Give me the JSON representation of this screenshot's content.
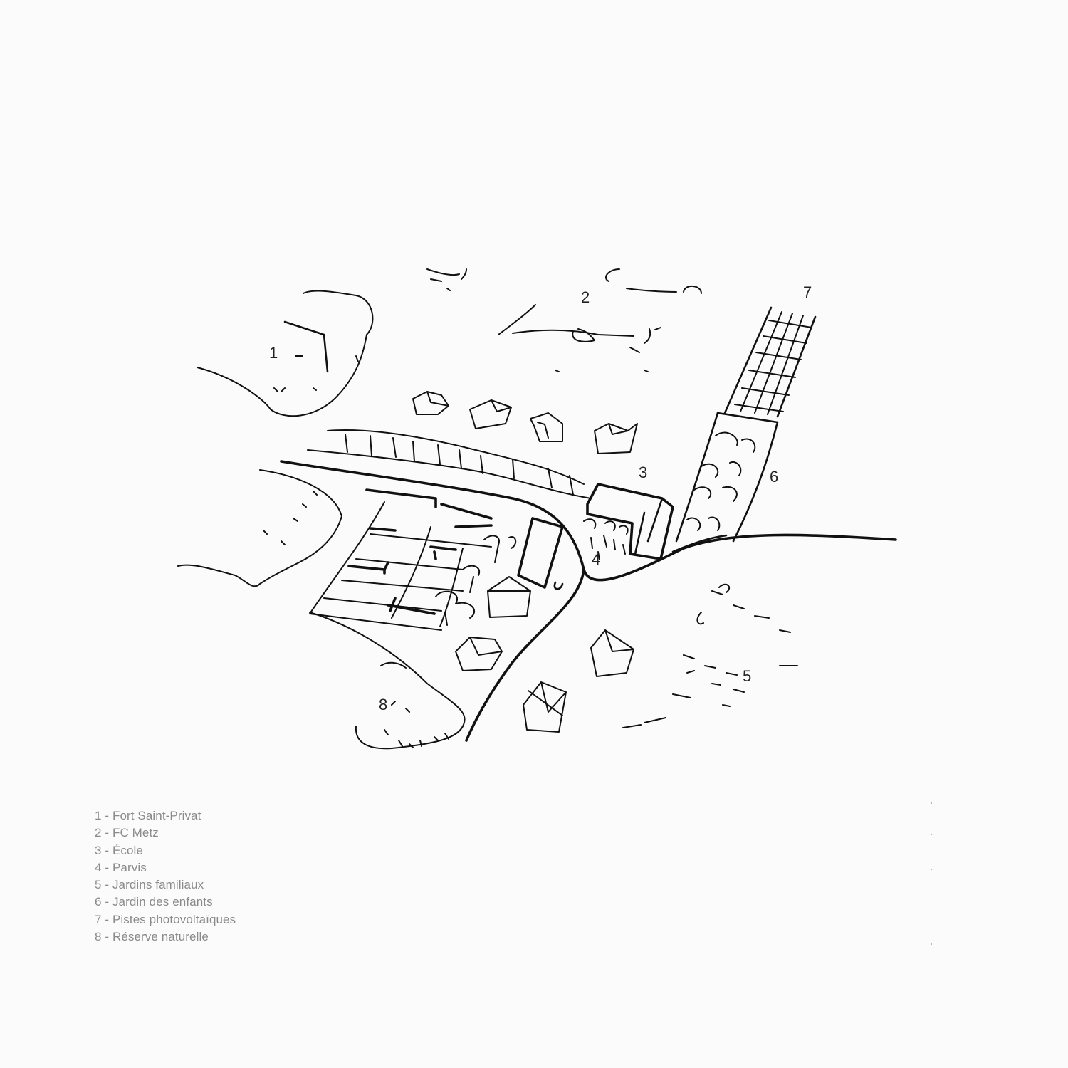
{
  "markers": [
    {
      "id": "1",
      "text": "1"
    },
    {
      "id": "2",
      "text": "2"
    },
    {
      "id": "3",
      "text": "3"
    },
    {
      "id": "4",
      "text": "4"
    },
    {
      "id": "5",
      "text": "5"
    },
    {
      "id": "6",
      "text": "6"
    },
    {
      "id": "7",
      "text": "7"
    },
    {
      "id": "8",
      "text": "8"
    }
  ],
  "legend": {
    "items": [
      {
        "text": "1 - Fort Saint-Privat"
      },
      {
        "text": "2 - FC Metz"
      },
      {
        "text": "3 - École"
      },
      {
        "text": "4 - Parvis"
      },
      {
        "text": "5 - Jardins familiaux"
      },
      {
        "text": "6 - Jardin des enfants"
      },
      {
        "text": "7 - Pistes photovoltaïques"
      },
      {
        "text": "8 - Réserve naturelle"
      }
    ]
  }
}
